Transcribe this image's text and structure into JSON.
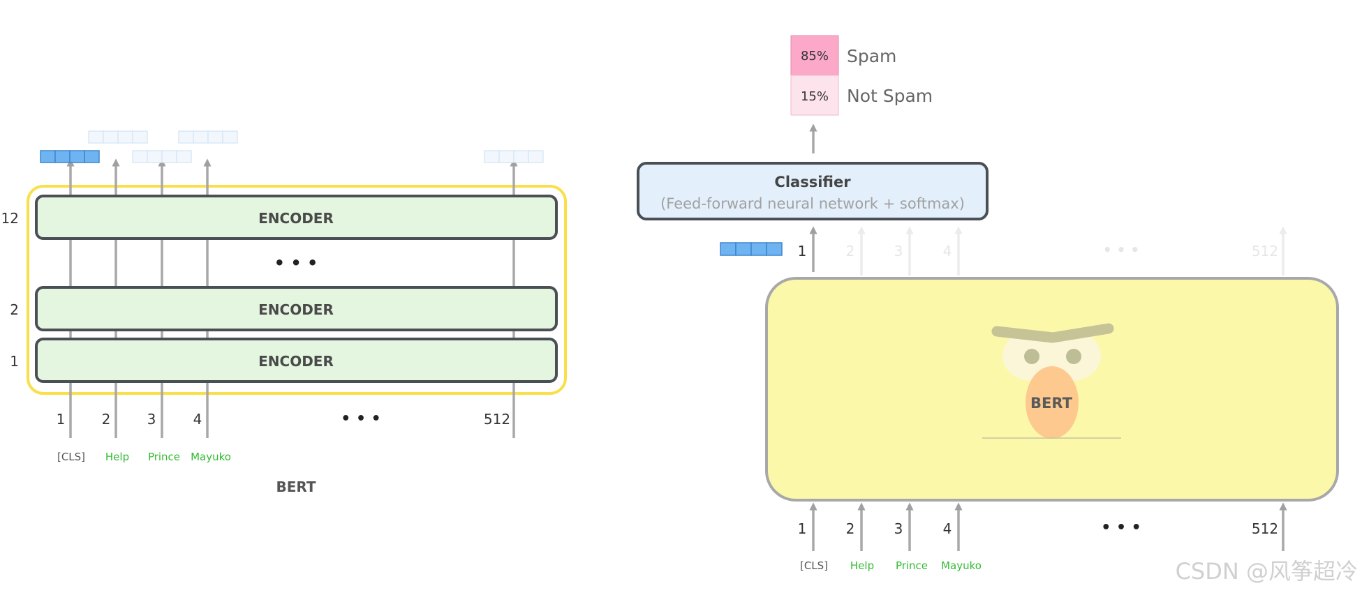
{
  "left": {
    "layers": [
      {
        "index_label": "12",
        "label": "ENCODER"
      },
      {
        "index_label": "2",
        "label": "ENCODER"
      },
      {
        "index_label": "1",
        "label": "ENCODER"
      }
    ],
    "ellipsis": "• • •",
    "positions": [
      "1",
      "2",
      "3",
      "4",
      "512"
    ],
    "positions_ellipsis": "• • •",
    "tokens": [
      "[CLS]",
      "Help",
      "Prince",
      "Mayuko"
    ],
    "caption": "BERT",
    "highlight_color": "#f9e04b",
    "encoder_fill": "#e4f6e0",
    "vector_color": "#6fb4f0"
  },
  "right": {
    "outputs": [
      {
        "percent": "85%",
        "label": "Spam",
        "color": "#fca8c8"
      },
      {
        "percent": "15%",
        "label": "Not Spam",
        "color": "#fde3ec"
      }
    ],
    "classifier": {
      "title": "Classifier",
      "subtitle": "(Feed-forward neural network + softmax)",
      "fill": "#e3f0fc"
    },
    "output_positions": [
      "1",
      "2",
      "3",
      "4",
      "512"
    ],
    "output_ellipsis": "• • •",
    "bert_label": "BERT",
    "bert_fill": "#fcf8aa",
    "input_positions": [
      "1",
      "2",
      "3",
      "4",
      "512"
    ],
    "input_ellipsis": "• • •",
    "tokens": [
      "[CLS]",
      "Help",
      "Prince",
      "Mayuko"
    ]
  },
  "watermark": "CSDN @风筝超冷"
}
